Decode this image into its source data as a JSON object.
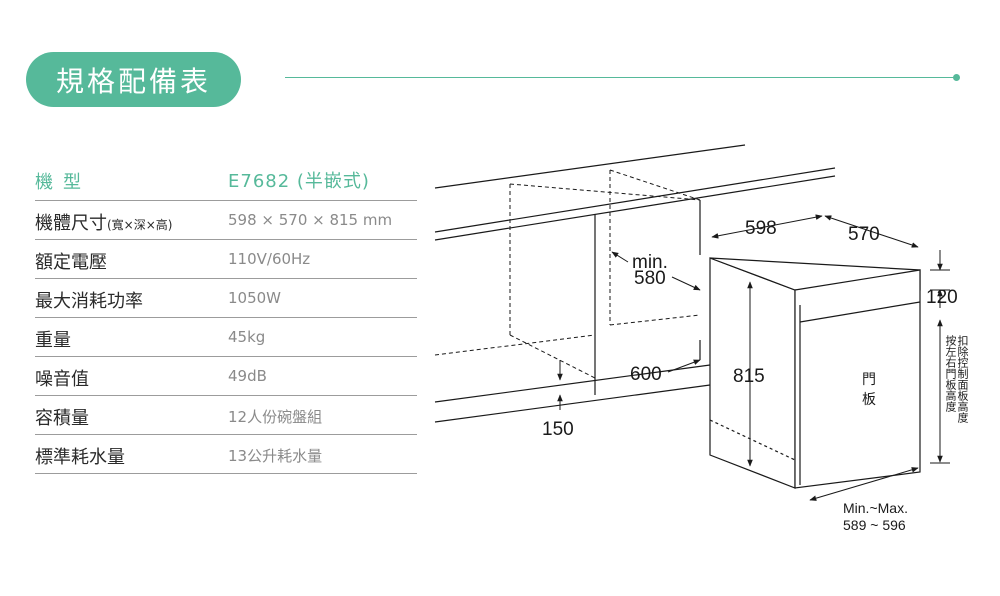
{
  "header": {
    "title": "規格配備表"
  },
  "spec": {
    "model": {
      "label": "機型",
      "value": "E7682 (半嵌式)"
    },
    "rows": [
      {
        "label": "機體尺寸",
        "sub": "(寬×深×高)",
        "value": "598 × 570 × 815 mm"
      },
      {
        "label": "額定電壓",
        "value": "110V/60Hz"
      },
      {
        "label": "最大消耗功率",
        "value": "1050W"
      },
      {
        "label": "重量",
        "value": "45kg"
      },
      {
        "label": "噪音值",
        "value": "49dB"
      },
      {
        "label": "容積量",
        "value": "12人份碗盤組"
      },
      {
        "label": "標準耗水量",
        "value": "13公升耗水量"
      }
    ]
  },
  "diagram": {
    "dim_598": "598",
    "dim_570": "570",
    "dim_min": "min.",
    "dim_580": "580",
    "dim_600": "600",
    "dim_150": "150",
    "dim_815": "815",
    "dim_120": "120",
    "door_1": "門",
    "door_2": "板",
    "side_note_1": "扣除控制面板高度",
    "side_note_2": "按左右門板高度",
    "minmax_1": "Min.~Max.",
    "minmax_2": "589 ~ 596"
  }
}
